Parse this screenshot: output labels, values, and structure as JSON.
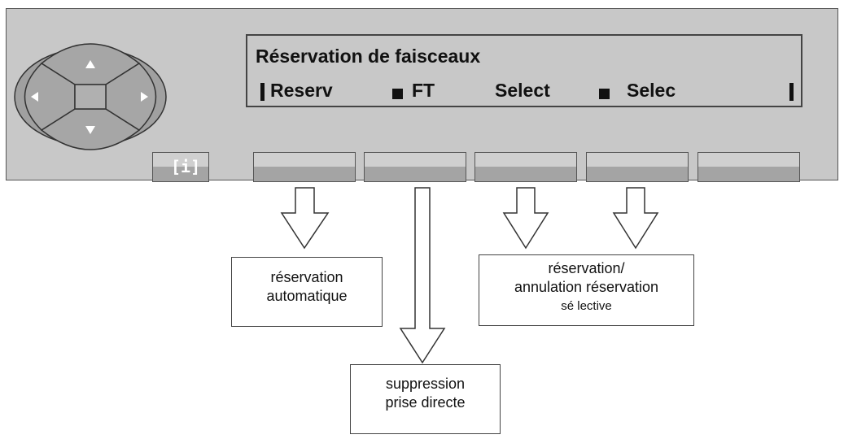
{
  "lcd": {
    "title": "Réservation de faisceaux",
    "softkey_labels": [
      "Reserv",
      "FT",
      "Select",
      "Selec"
    ]
  },
  "icons": [
    "arrow-up-icon",
    "arrow-left-icon",
    "arrow-right-icon",
    "arrow-down-icon",
    "info-icon"
  ],
  "callouts": {
    "reserv": [
      "réservation",
      "automatique"
    ],
    "ft": [
      "suppression",
      "prise directe"
    ],
    "select": [
      "réservation/",
      "annulation réservation",
      "sé lective"
    ]
  },
  "colors": {
    "panel": "#c8c8c8",
    "nav_pad": "#a0a0a0",
    "ink": "#111111"
  }
}
